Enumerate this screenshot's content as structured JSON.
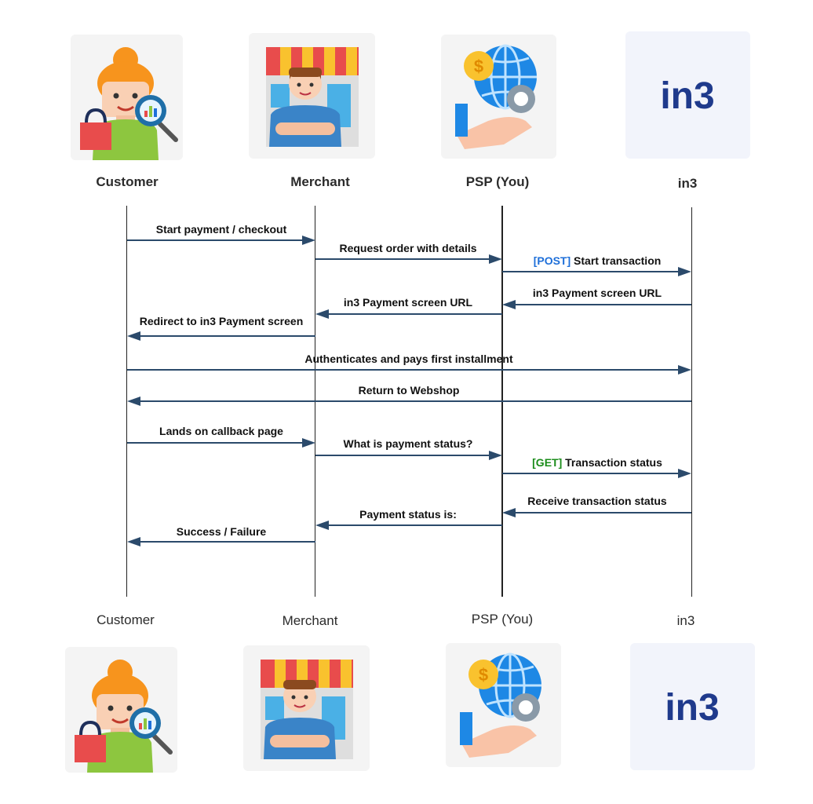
{
  "actors": [
    {
      "name": "Customer",
      "icon": "customer-icon"
    },
    {
      "name": "Merchant",
      "icon": "merchant-icon"
    },
    {
      "name": "PSP (You)",
      "icon": "psp-icon"
    },
    {
      "name": "in3",
      "icon": "in3-logo"
    }
  ],
  "brand": {
    "logo_text": "in3",
    "logo_color": "#1f3a8c"
  },
  "messages": [
    {
      "text": "Start payment / checkout",
      "from": 0,
      "to": 1
    },
    {
      "text": "Request order with details",
      "from": 1,
      "to": 2
    },
    {
      "method": "[POST]",
      "method_color": "#1e6fd9",
      "text": "Start transaction",
      "from": 2,
      "to": 3
    },
    {
      "text": "in3 Payment screen URL",
      "from": 3,
      "to": 2
    },
    {
      "text": "in3 Payment screen URL",
      "from": 2,
      "to": 1
    },
    {
      "text": "Redirect to in3 Payment screen",
      "from": 1,
      "to": 0
    },
    {
      "text": "Authenticates and pays first installment",
      "from": 0,
      "to": 3
    },
    {
      "text": "Return to Webshop",
      "from": 3,
      "to": 0
    },
    {
      "text": "Lands on callback page",
      "from": 0,
      "to": 1
    },
    {
      "text": "What is payment status?",
      "from": 1,
      "to": 2
    },
    {
      "method": "[GET]",
      "method_color": "#1a8c1a",
      "text": "Transaction status",
      "from": 2,
      "to": 3
    },
    {
      "text": "Receive transaction status",
      "from": 3,
      "to": 2
    },
    {
      "text": "Payment status is:",
      "from": 2,
      "to": 1
    },
    {
      "text": "Success / Failure",
      "from": 1,
      "to": 0
    }
  ],
  "arrow_color": "#2b4a6b"
}
